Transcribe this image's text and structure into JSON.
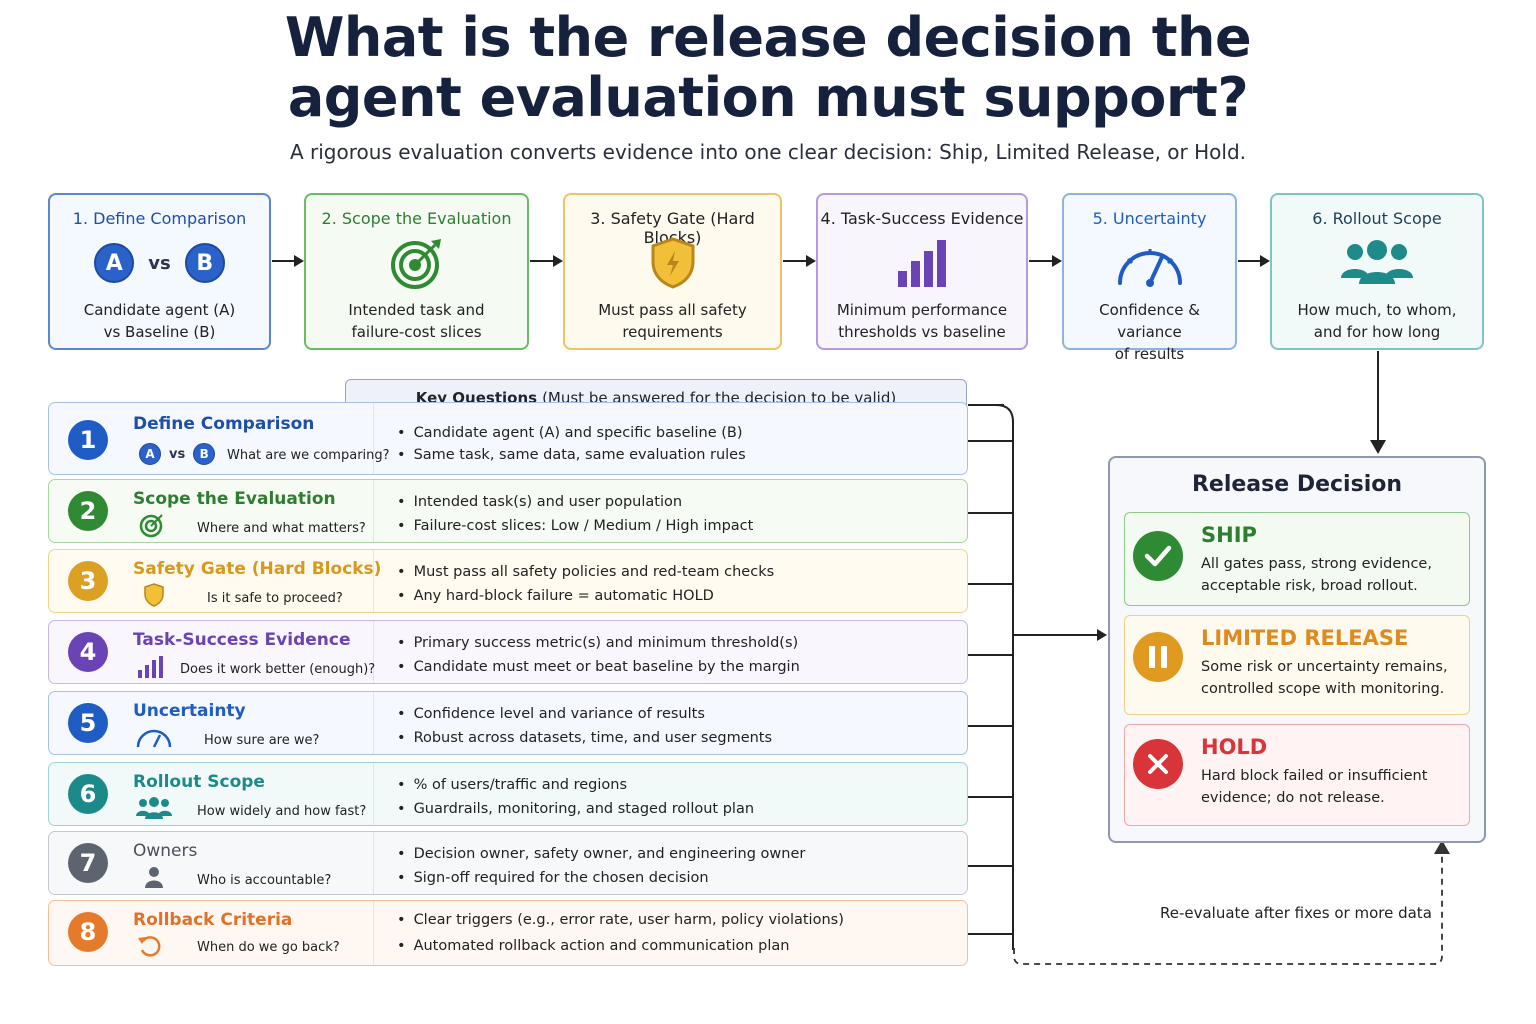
{
  "title_line1": "What is the release decision the",
  "title_line2": "agent evaluation must support?",
  "subtitle": "A rigorous evaluation converts evidence into one clear decision: Ship, Limited Release, or Hold.",
  "steps": [
    {
      "title": "1. Define Comparison",
      "letter_a": "A",
      "vs": "vs",
      "letter_b": "B",
      "desc1": "Candidate agent (A)",
      "desc2": "vs Baseline (B)",
      "color": "#2b62c9",
      "bg": "#f4f8ff",
      "icon": "ab-comparison-icon"
    },
    {
      "title": "2. Scope the Evaluation",
      "desc1": "Intended task and",
      "desc2": "failure-cost slices",
      "color": "#3a9b3a",
      "bg": "#f5fbf3",
      "icon": "target-icon"
    },
    {
      "title": "3. Safety Gate (Hard Blocks)",
      "desc1": "Must pass all safety",
      "desc2": "requirements",
      "color": "#e0a92a",
      "bg": "#fffaee",
      "icon": "shield-icon"
    },
    {
      "title": "4. Task-Success Evidence",
      "desc1": "Minimum performance",
      "desc2": "thresholds vs baseline",
      "color": "#6b46b8",
      "bg": "#f8f5fd",
      "icon": "bar-chart-icon"
    },
    {
      "title": "5. Uncertainty",
      "desc1": "Confidence & variance",
      "desc2": "of results",
      "color": "#2b62c9",
      "bg": "#f4f8ff",
      "icon": "gauge-icon"
    },
    {
      "title": "6. Rollout Scope",
      "desc1": "How much, to whom,",
      "desc2": "and for how long",
      "color": "#1f8a8a",
      "bg": "#f1faf9",
      "icon": "people-icon"
    }
  ],
  "key_questions": {
    "bold": "Key Questions",
    "rest": "(Must be answered for the decision to be valid)"
  },
  "rows": [
    {
      "num": "1",
      "title": "Define Comparison",
      "question": "What are we comparing?",
      "b1": "Candidate agent (A) and specific baseline (B)",
      "b2": "Same task, same data, same evaluation rules",
      "color": "#1f5cc4",
      "border": "#a9bfe6",
      "bg": "#f5f8fe",
      "letter_a": "A",
      "vs": "vs",
      "letter_b": "B"
    },
    {
      "num": "2",
      "title": "Scope the Evaluation",
      "question": "Where and what matters?",
      "b1": "Intended task(s) and user population",
      "b2": "Failure-cost slices: Low / Medium / High impact",
      "color": "#2f8a33",
      "border": "#a9d6a0",
      "bg": "#f6fbf4"
    },
    {
      "num": "3",
      "title": "Safety Gate (Hard Blocks)",
      "question": "Is it safe to proceed?",
      "b1": "Must pass all safety policies and red-team checks",
      "b2": "Any hard-block failure = automatic HOLD",
      "color": "#dba024",
      "border": "#f0d48c",
      "bg": "#fffbf0"
    },
    {
      "num": "4",
      "title": "Task-Success Evidence",
      "question": "Does it work better (enough)?",
      "b1": "Primary success metric(s) and minimum threshold(s)",
      "b2": "Candidate must meet or beat baseline by the margin",
      "color": "#6a44b5",
      "border": "#c9b6e8",
      "bg": "#f9f6fd"
    },
    {
      "num": "5",
      "title": "Uncertainty",
      "question": "How sure are we?",
      "b1": "Confidence level and variance of results",
      "b2": "Robust across datasets, time, and user segments",
      "color": "#1f5cc4",
      "border": "#a9bfe6",
      "bg": "#f5f8fe"
    },
    {
      "num": "6",
      "title": "Rollout Scope",
      "question": "How widely and how fast?",
      "b1": "% of users/traffic and regions",
      "b2": "Guardrails, monitoring, and staged rollout plan",
      "color": "#1d8a8a",
      "border": "#9fd3d0",
      "bg": "#f2faf9"
    },
    {
      "num": "7",
      "title": "Owners",
      "question": "Who is accountable?",
      "b1": "Decision owner, safety owner, and engineering owner",
      "b2": "Sign-off required for the chosen decision",
      "color": "#5d6470",
      "border": "#c3c8d0",
      "bg": "#f7f8fa"
    },
    {
      "num": "8",
      "title": "Rollback Criteria",
      "question": "When do we go back?",
      "b1": "Clear triggers (e.g., error rate, user harm, policy violations)",
      "b2": "Automated rollback action and communication plan",
      "color": "#e57a2c",
      "border": "#f2c09a",
      "bg": "#fff8f2"
    }
  ],
  "release_decision": {
    "title": "Release Decision",
    "options": [
      {
        "label": "SHIP",
        "text": "All gates pass, strong evidence, acceptable risk, broad rollout.",
        "color": "#2e8b34",
        "border": "#8cc98a",
        "bg": "#f3faf1",
        "icon": "check-icon"
      },
      {
        "label": "LIMITED RELEASE",
        "text": "Some risk or uncertainty remains, controlled scope with monitoring.",
        "color": "#df9a1f",
        "border": "#f0cf85",
        "bg": "#fffaee",
        "icon": "pause-icon"
      },
      {
        "label": "HOLD",
        "text": "Hard block failed or insufficient evidence; do not release.",
        "color": "#d8343a",
        "border": "#efa7a7",
        "bg": "#fff4f3",
        "icon": "x-icon"
      }
    ]
  },
  "reevaluate": "Re-evaluate after fixes or more data"
}
